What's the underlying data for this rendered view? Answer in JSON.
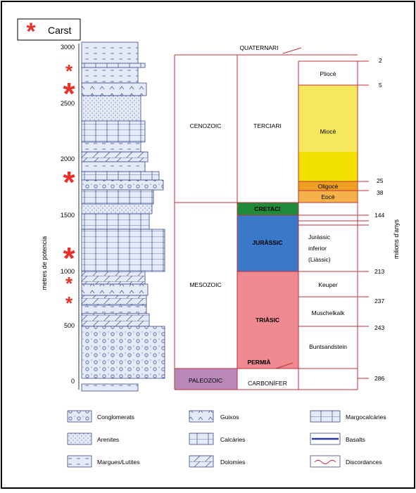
{
  "carst_label": "Carst",
  "y_axis_label": "metres de potencia",
  "right_axis_label": "milions d'anys",
  "depth_ticks": [
    "3000",
    "2500",
    "2000",
    "1500",
    "1000",
    "500",
    "0"
  ],
  "eras": [
    "CENOZOIC",
    "MESOZOIC",
    "PALEOZOIC"
  ],
  "periods": {
    "quaternari": "QUATERNARI",
    "terciari": "TERCIARI",
    "cretaci": "CRETACI",
    "jurassic": "JURÀSSIC",
    "triasic": "TRIÀSIC",
    "permia": "PERMIÀ",
    "carbonifer": "CARBONÍFER"
  },
  "epochs": {
    "plioce": "Pliocè",
    "mioce": "Miocè",
    "oligoce": "Oligocè",
    "eoce": "Eocè",
    "jurassic_inferior_1": "Juràssic",
    "jurassic_inferior_2": "inferior",
    "jurassic_inferior_3": "(Liàssic)",
    "keuper": "Keuper",
    "muschelkalk": "Muschelkalk",
    "buntsandstein": "Buntsandstein"
  },
  "ages": [
    "2",
    "5",
    "25",
    "38",
    "144",
    "213",
    "237",
    "243",
    "286"
  ],
  "legend": {
    "conglomerats": "Conglomerats",
    "arenites": "Arenites",
    "margues": "Margues/Lutites",
    "guixos": "Guixos",
    "calcaries": "Calcàries",
    "dolomies": "Dolomies",
    "margocalcaries": "Margocalcàries",
    "basalts": "Basalts",
    "discordances": "Discordances"
  },
  "colors": {
    "frame": "#000000",
    "chart_lines": "#c0303a",
    "carst_star": "#e8312a",
    "column_fill": "#e4ebf7",
    "column_stroke": "#3a4a8a",
    "mioce": "#f5e85c",
    "mioce_lower": "#f2e100",
    "oligoce": "#f0a020",
    "eoce": "#f6b24a",
    "cretaci": "#1f8a3a",
    "jurassic": "#3a78c8",
    "triasic": "#ee8a90",
    "paleozoic": "#b888b8"
  }
}
